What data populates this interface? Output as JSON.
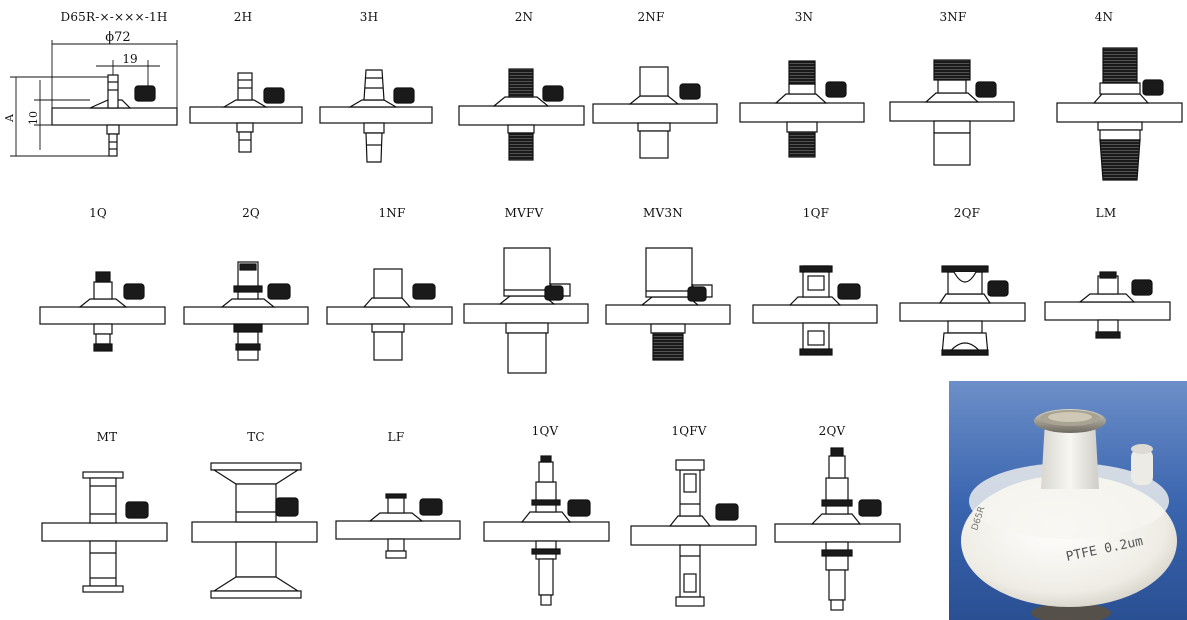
{
  "catalog": {
    "row1": [
      "D65R-×-×××-1H",
      "2H",
      "3H",
      "2N",
      "2NF",
      "3N",
      "3NF",
      "4N"
    ],
    "row2": [
      "1Q",
      "2Q",
      "1NF",
      "MVFV",
      "MV3N",
      "1QF",
      "2QF",
      "LM"
    ],
    "row3": [
      "MT",
      "TC",
      "LF",
      "1QV",
      "1QFV",
      "2QV"
    ]
  },
  "dimensions": {
    "diameter": "ϕ72",
    "offset": "19",
    "height": "10",
    "overall": "A"
  },
  "photo": {
    "imprint": "PTFE 0.2um",
    "side_mark": "D65R"
  },
  "colors": {
    "line": "#111111",
    "dark_part": "#1a1a1a",
    "photo_bg": "#3f6db6",
    "filter_white": "#f1efe9"
  }
}
